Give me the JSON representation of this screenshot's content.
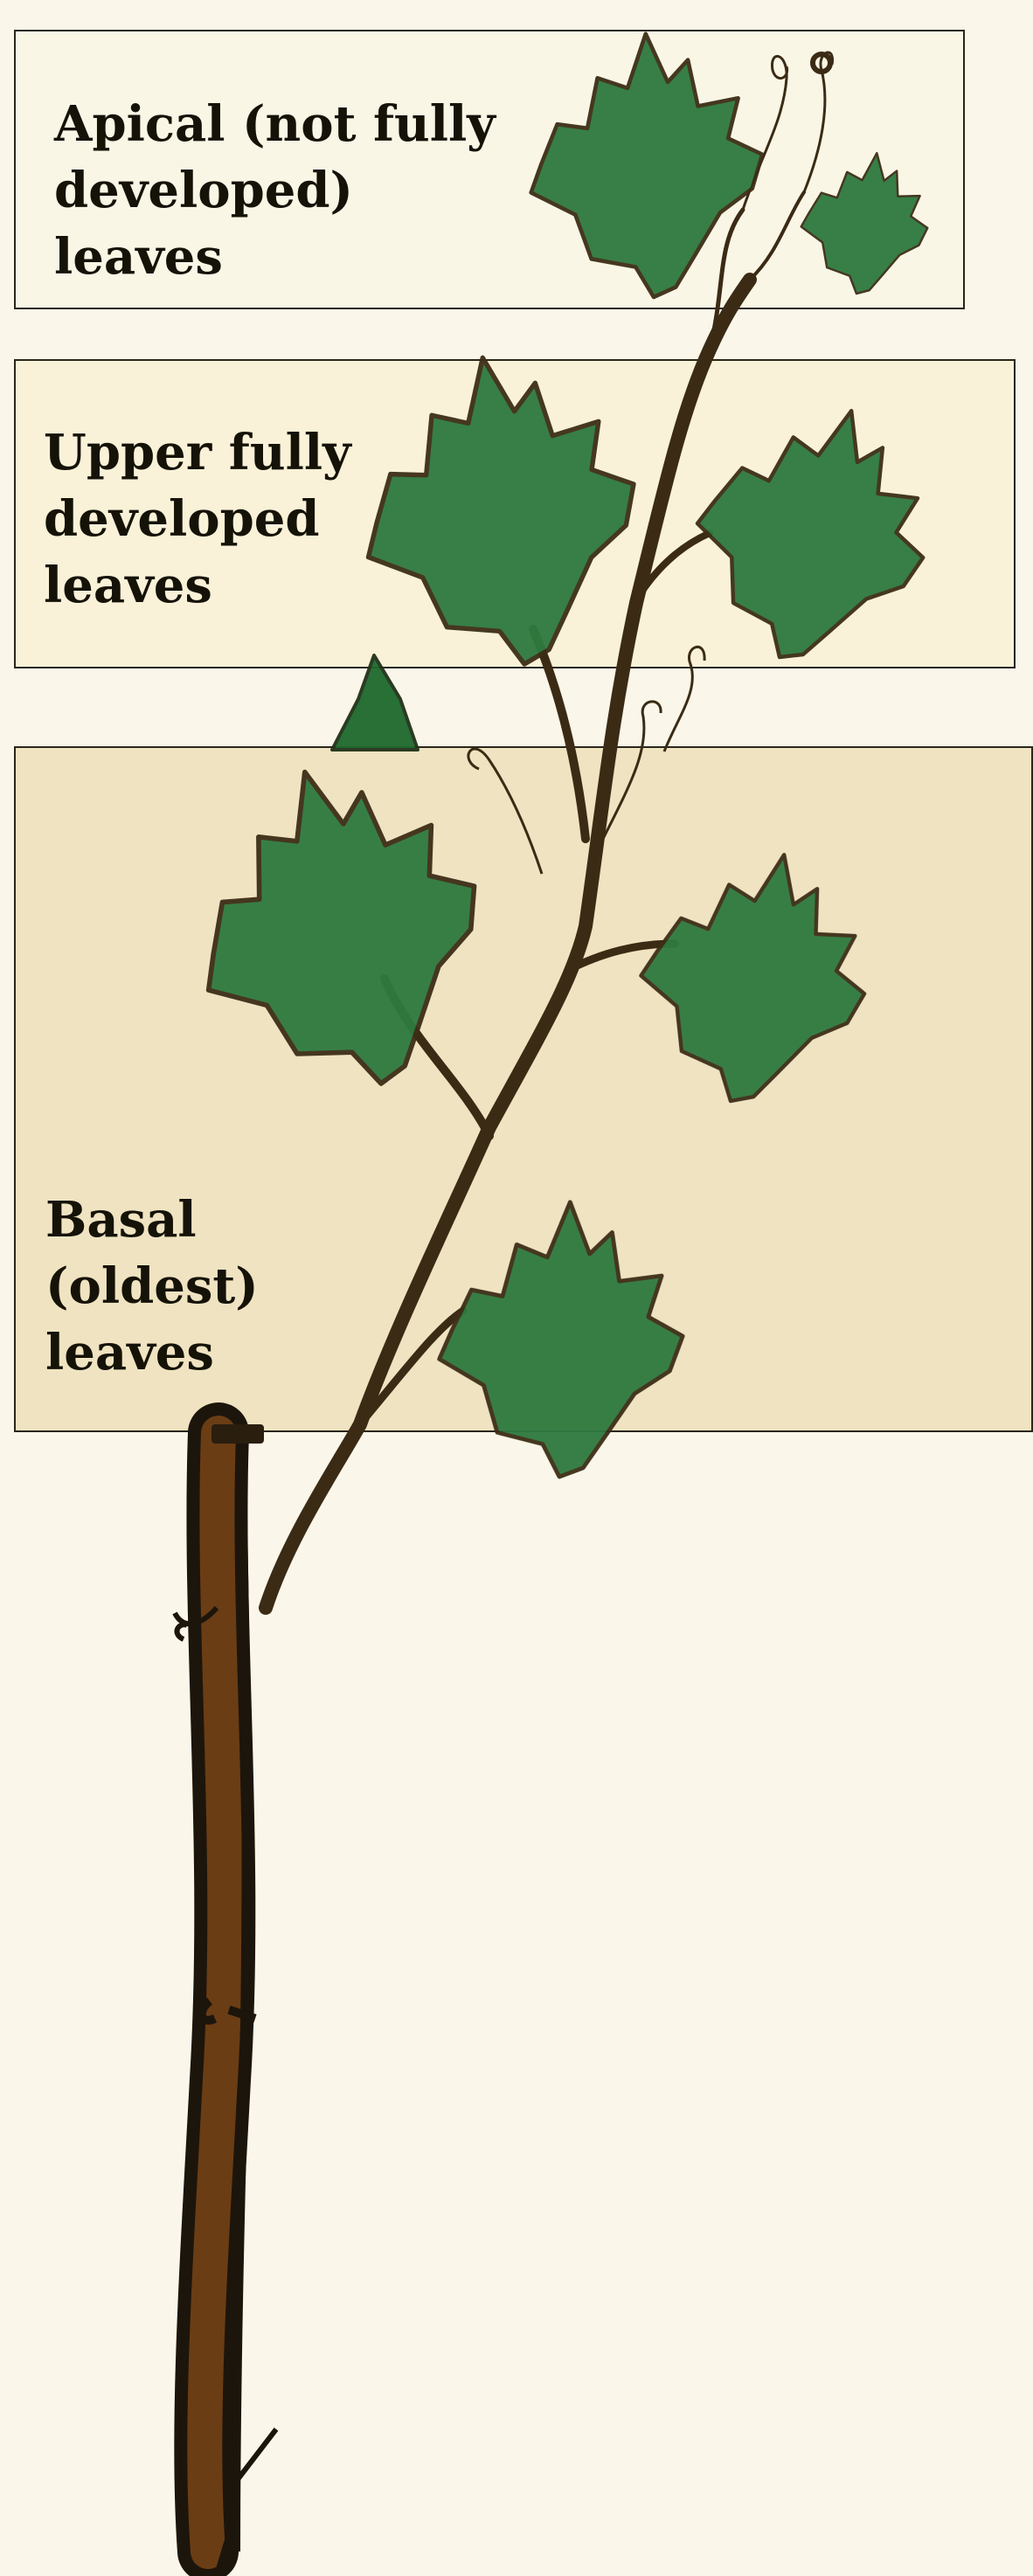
{
  "zones": {
    "apical": {
      "lines": [
        "Apical (not fully",
        "developed)",
        "leaves"
      ]
    },
    "upper": {
      "lines": [
        "Upper fully",
        "developed",
        "leaves"
      ]
    },
    "basal": {
      "lines": [
        "Basal",
        "(oldest)",
        "leaves"
      ]
    }
  },
  "colors": {
    "background": "#faf6e9",
    "leaf": "#2f7a3f",
    "leaf_dark": "#21602f",
    "leaf_outline": "#3d2f18",
    "shoot": "#3b2b14",
    "cane": "#6b3d14",
    "cane_outline": "#1c150c"
  },
  "icons": [
    "grapevine-shoot-illustration",
    "grape-leaf-icon",
    "tendril-icon",
    "cane-icon"
  ]
}
